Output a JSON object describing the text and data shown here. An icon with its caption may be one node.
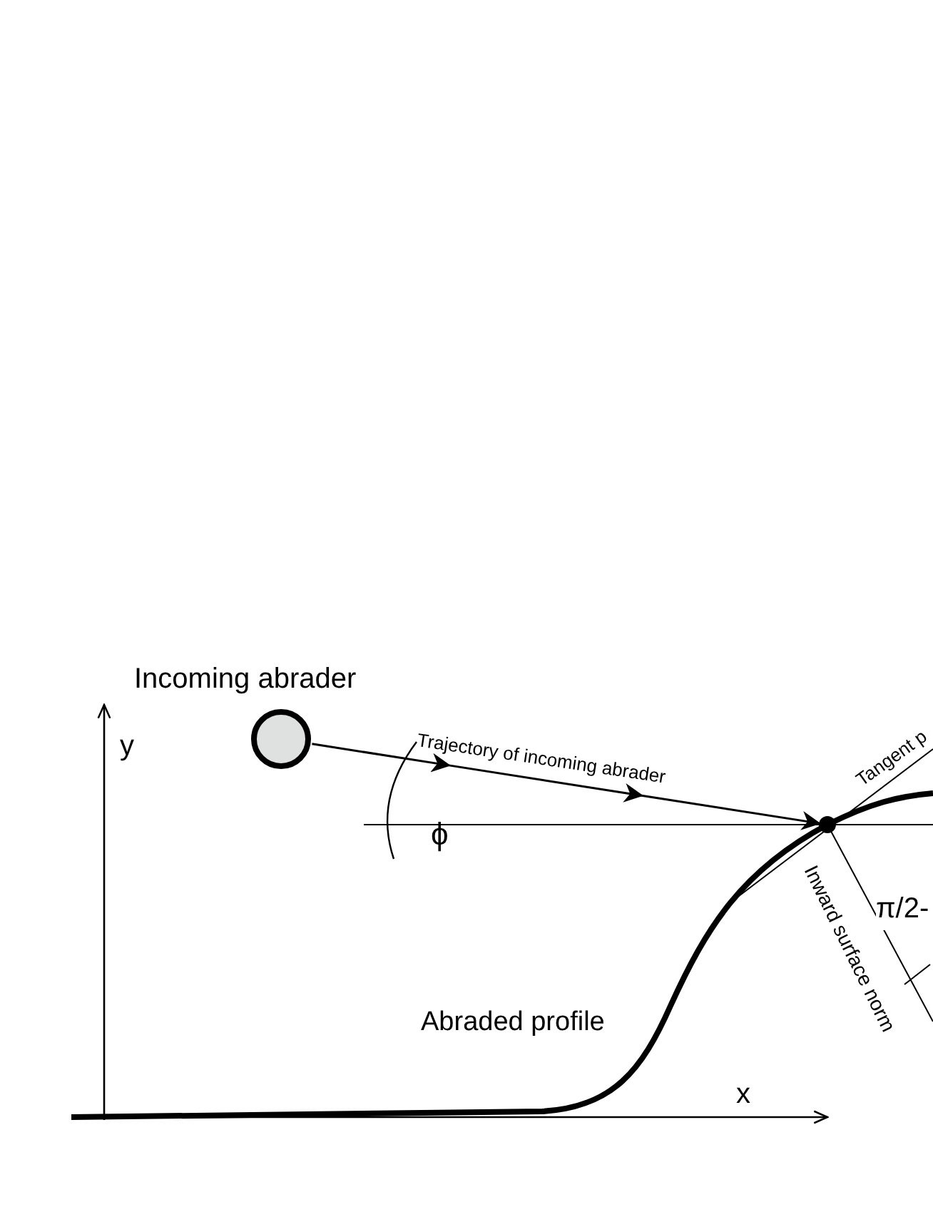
{
  "diagram": {
    "nodes": [
      {
        "text": [],
        "shape": "circle",
        "beside": [
          "Incoming abrader"
        ]
      },
      {
        "text": [],
        "shape": "circle"
      }
    ],
    "edges": [
      {
        "from": 0,
        "to": 1,
        "arrow": "to",
        "label": "Trajectory of incoming abrader"
      }
    ],
    "labels": [
      "y",
      "ϕ",
      "Tangent p",
      "π/2-",
      "Abraded profile",
      "Inward surface norm",
      "x"
    ]
  }
}
